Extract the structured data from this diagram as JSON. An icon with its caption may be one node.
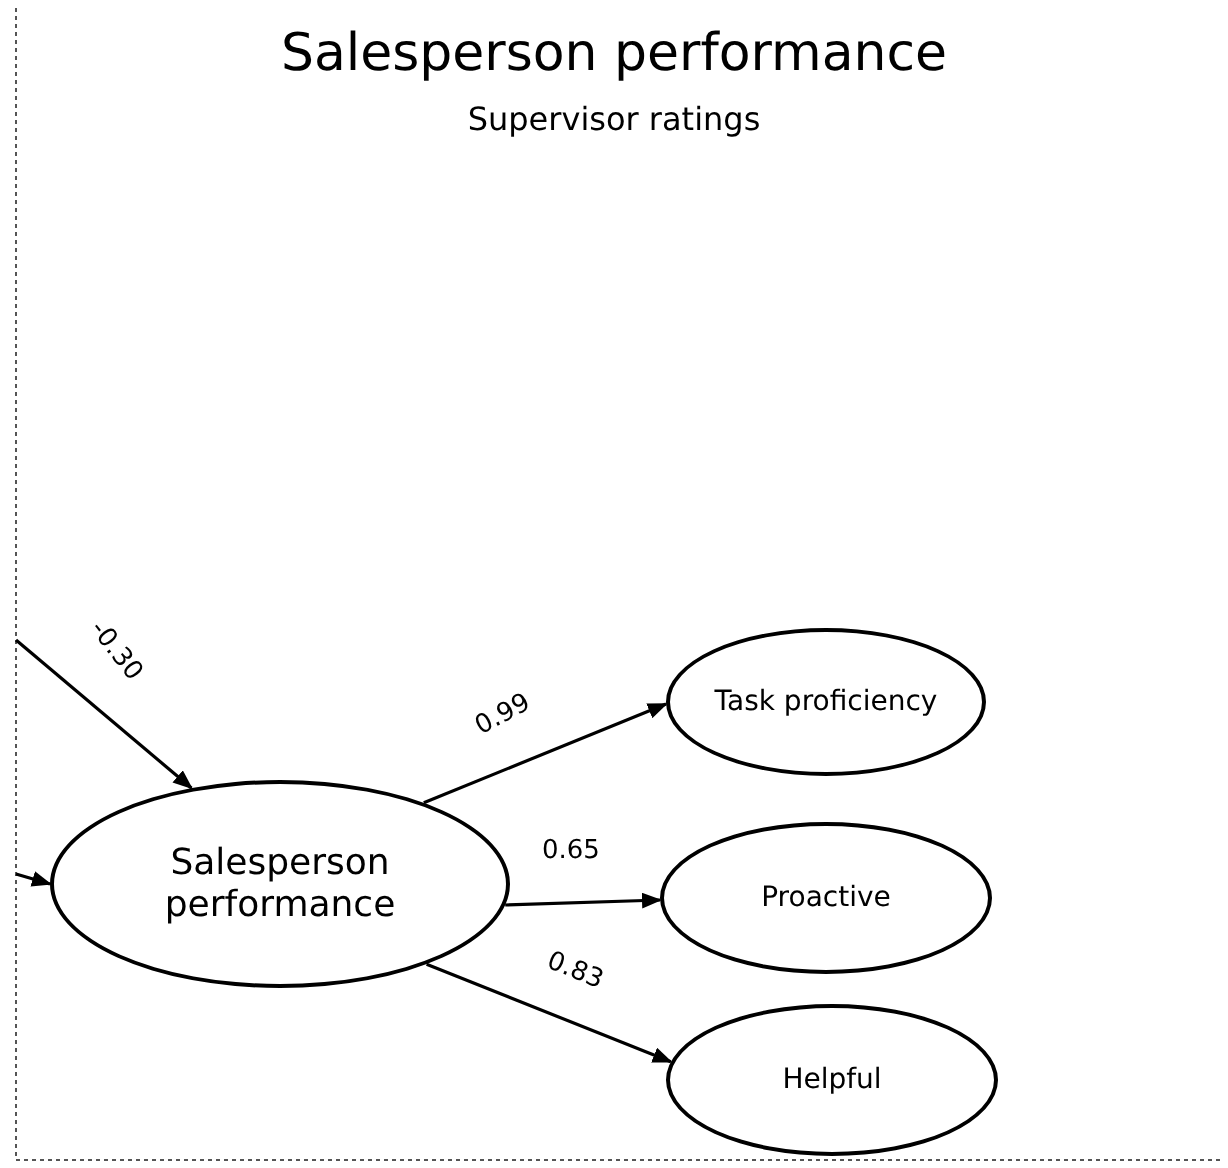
{
  "diagram": {
    "title": "Salesperson performance",
    "caption": "Supervisor ratings",
    "nodes": [
      {
        "text": [
          "Salesperson performance"
        ]
      },
      {
        "text": [
          "Task proficiency"
        ]
      },
      {
        "text": [
          "Proactive"
        ]
      },
      {
        "text": [
          "Helpful"
        ]
      }
    ],
    "edges": [
      {
        "from": null,
        "to": 0,
        "arrow": "to",
        "label": "-0.30"
      },
      {
        "from": null,
        "to": 0,
        "arrow": "to"
      },
      {
        "from": 0,
        "to": 1,
        "arrow": "to",
        "label": "0.99"
      },
      {
        "from": 0,
        "to": 2,
        "arrow": "to",
        "label": "0.65"
      },
      {
        "from": 0,
        "to": 3,
        "arrow": "to",
        "label": "0.83"
      }
    ]
  }
}
